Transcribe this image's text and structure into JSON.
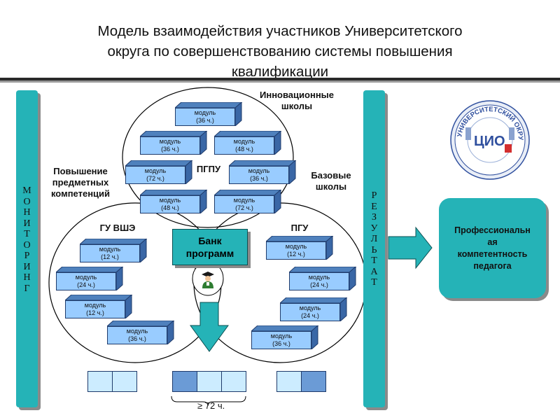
{
  "title": {
    "line1": "Модель взаимодействия  участников Университетского",
    "line2": "округа по совершенствованию системы повышения",
    "line3": "квалификации"
  },
  "left_bar": {
    "letters": [
      "М",
      "О",
      "Н",
      "И",
      "Т",
      "О",
      "Р",
      "И",
      "Н",
      "Г"
    ]
  },
  "right_bar": {
    "letters": [
      "Р",
      "Е",
      "З",
      "У",
      "Л",
      "Ь",
      "Т",
      "А",
      "Т"
    ]
  },
  "labels": {
    "innovative_1": "Инновационные",
    "innovative_2": "школы",
    "subject_1": "Повышение",
    "subject_2": "предметных",
    "subject_3": "компетенций",
    "base_1": "Базовые",
    "base_2": "школы",
    "pgpu": "ПГПУ",
    "gu_vshe": "ГУ ВШЭ",
    "pgu": "ПГУ"
  },
  "module_label": "модуль",
  "modules": [
    {
      "id": "m1",
      "hours": "(36 ч.)"
    },
    {
      "id": "m2",
      "hours": "(36 ч.)"
    },
    {
      "id": "m3",
      "hours": "(48 ч.)"
    },
    {
      "id": "m4",
      "hours": "(72 ч.)"
    },
    {
      "id": "m5",
      "hours": "(36 ч.)"
    },
    {
      "id": "m6",
      "hours": "(48 ч.)"
    },
    {
      "id": "m7",
      "hours": "(72 ч.)"
    },
    {
      "id": "m8",
      "hours": "(12 ч.)"
    },
    {
      "id": "m9",
      "hours": "(24 ч.)"
    },
    {
      "id": "m10",
      "hours": "(12 ч.)"
    },
    {
      "id": "m11",
      "hours": "(36 ч.)"
    },
    {
      "id": "m12",
      "hours": "(12 ч.)"
    },
    {
      "id": "m13",
      "hours": "(24 ч.)"
    },
    {
      "id": "m14",
      "hours": "(24 ч.)"
    },
    {
      "id": "m15",
      "hours": "(36 ч.)"
    }
  ],
  "bank": {
    "line1": "Банк",
    "line2": "программ"
  },
  "result_box": {
    "line1": "Профессиональн",
    "line2": "ая",
    "line3": "компетентность",
    "line4": "педагога"
  },
  "hours_total": "≥ 72 ч.",
  "logo": {
    "arc_text": "УНИВЕРСИТЕТСКИЙ ОКРУГ",
    "main": "ЦИО"
  },
  "colors": {
    "teal": "#25b3b7",
    "module_light": "#99ccff",
    "module_dark": "#4f81bd",
    "ellipse_stroke": "#000000"
  }
}
